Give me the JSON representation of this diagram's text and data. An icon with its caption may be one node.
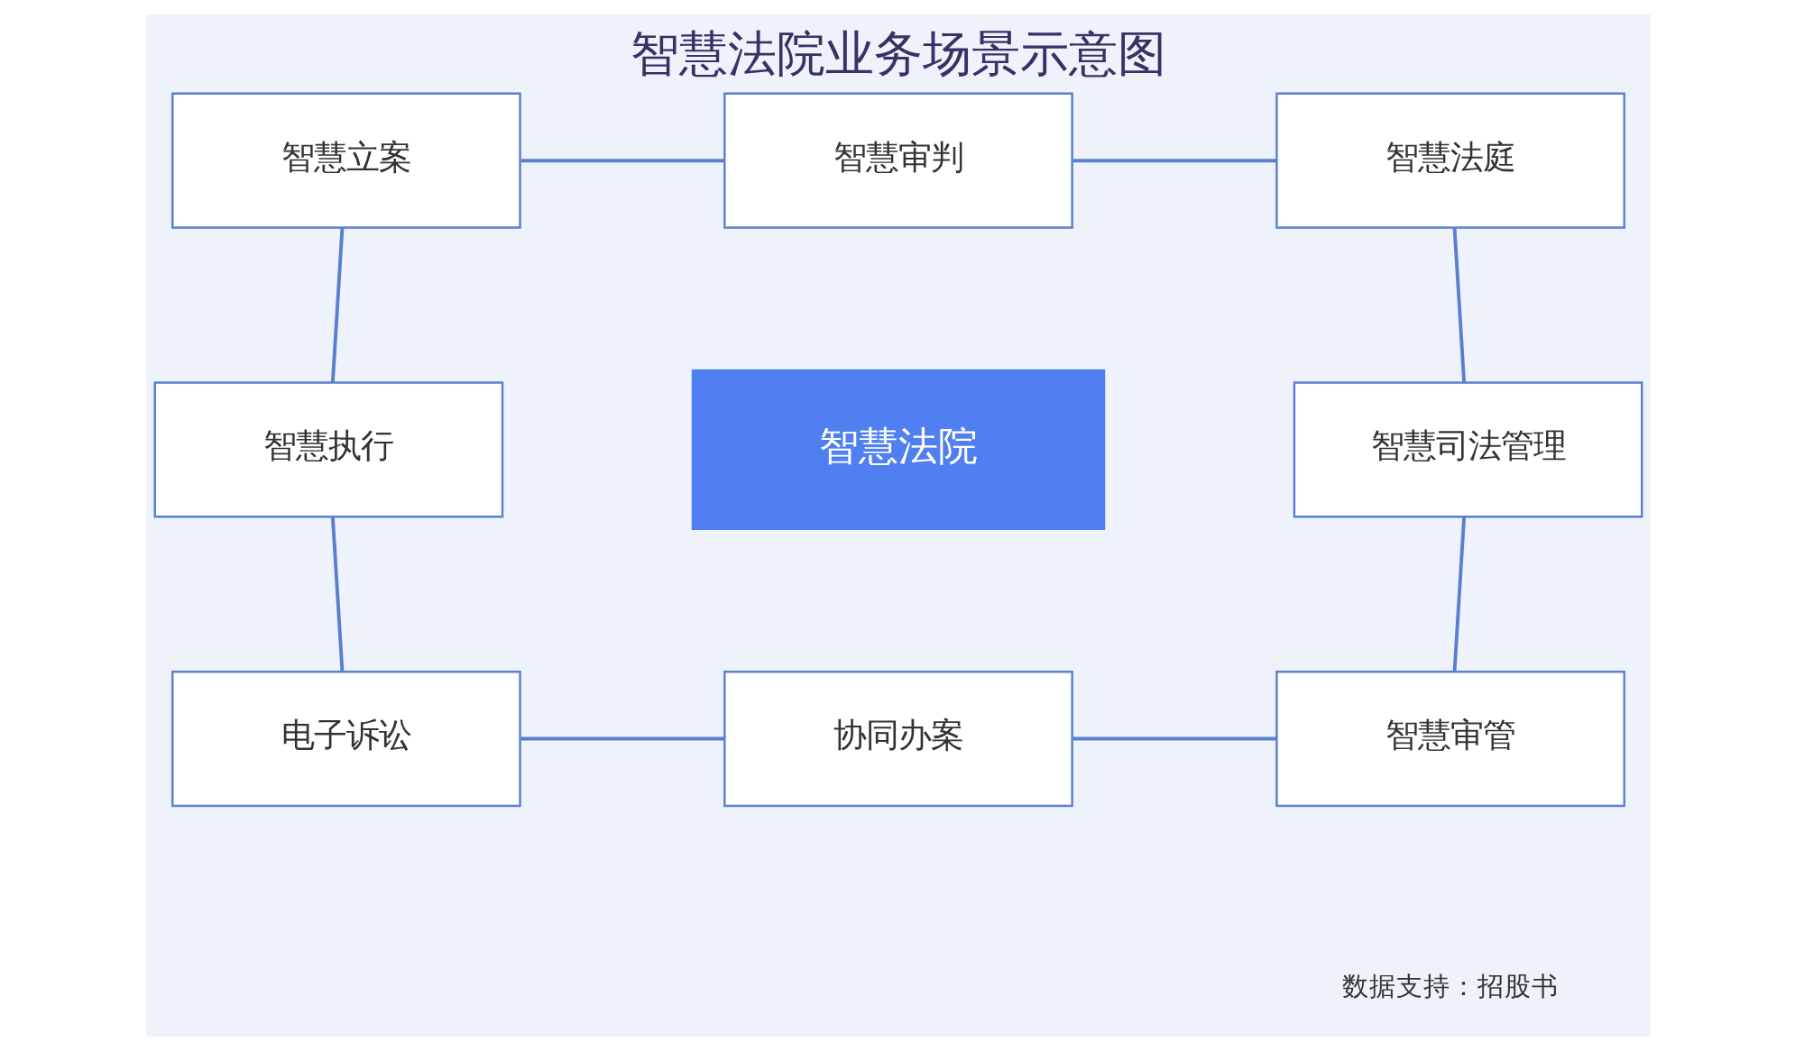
{
  "diagram": {
    "title": "智慧法院业务场景示意图",
    "nodes": [
      {
        "text": [
          "智慧立案"
        ]
      },
      {
        "text": [
          "智慧审判"
        ]
      },
      {
        "text": [
          "智慧法庭"
        ]
      },
      {
        "text": [
          "智慧执行"
        ]
      },
      {
        "text": [
          "智慧法院"
        ]
      },
      {
        "text": [
          "智慧司法管理"
        ]
      },
      {
        "text": [
          "电子诉讼"
        ]
      },
      {
        "text": [
          "协同办案"
        ]
      },
      {
        "text": [
          "智慧审管"
        ]
      }
    ],
    "edges": [
      {
        "from": 0,
        "to": 1,
        "arrow": "none"
      },
      {
        "from": 1,
        "to": 2,
        "arrow": "none"
      },
      {
        "from": 0,
        "to": 3,
        "arrow": "none"
      },
      {
        "from": 2,
        "to": 5,
        "arrow": "none"
      },
      {
        "from": 3,
        "to": 6,
        "arrow": "none"
      },
      {
        "from": 5,
        "to": 8,
        "arrow": "none"
      },
      {
        "from": 6,
        "to": 7,
        "arrow": "none"
      },
      {
        "from": 7,
        "to": 8,
        "arrow": "none"
      }
    ],
    "labels": [
      "数据支持：招股书"
    ]
  }
}
